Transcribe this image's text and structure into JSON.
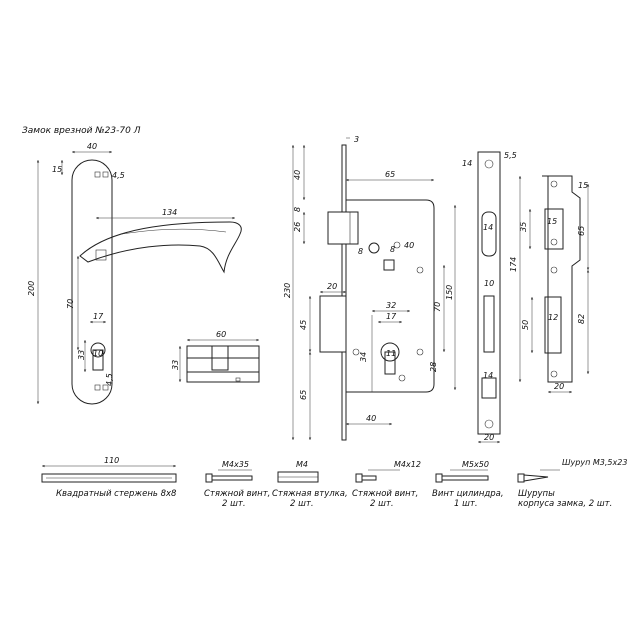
{
  "title": "Замок врезной №23-70 Л",
  "handle": {
    "dims": {
      "width": "40",
      "top_offset": "15",
      "screw_gap": "4,5",
      "projection": "134",
      "height": "200",
      "spacing": "70",
      "cyl_width": "17",
      "cyl_offset": "33",
      "cyl_hole": "10",
      "bottom_gap": "4,5"
    }
  },
  "cylinder": {
    "length": "60",
    "height": "33"
  },
  "lock_body": {
    "dims": {
      "faceplate_thickness": "3",
      "top": "40",
      "latch_gap": "8",
      "latch_height": "26",
      "body_width": "65",
      "spindle_a": "8",
      "spindle_b": "8",
      "spindle_c": "40",
      "bolt_width": "20",
      "height_total": "230",
      "bolt_height": "45",
      "centre_distance": "70",
      "faceplate_height": "150",
      "cyl_spacing": "32",
      "cyl_width": "17",
      "cyl_left": "34",
      "cyl_right": "28",
      "cyl_hole": "11",
      "bottom": "65",
      "backset": "40"
    }
  },
  "faceplate": {
    "dims": {
      "top": "14",
      "edge": "5,5",
      "latch_slot": "14",
      "bolt_slot": "10",
      "bottom_slot": "14",
      "width": "20"
    }
  },
  "strike": {
    "dims": {
      "top": "15",
      "latch_height": "35",
      "latch_width": "15",
      "top_spacing": "65",
      "height": "174",
      "bolt_height": "50",
      "bolt_width": "12",
      "bottom_spacing": "82",
      "width": "20"
    }
  },
  "parts": [
    {
      "label": "110",
      "caption": "Квадратный стержень 8х8",
      "caption2": ""
    },
    {
      "label": "М4х35",
      "caption": "Стяжной винт,",
      "caption2": "2 шт."
    },
    {
      "label": "М4",
      "caption": "Стяжная втулка,",
      "caption2": "2 шт."
    },
    {
      "label": "М4х12",
      "caption": "Стяжной винт,",
      "caption2": "2 шт."
    },
    {
      "label": "М5х50",
      "caption": "Винт цилиндра,",
      "caption2": "1 шт."
    },
    {
      "label": "Шуруп М3,5х23",
      "caption": "Шурупы",
      "caption2": "корпуса замка, 2 шт."
    }
  ]
}
